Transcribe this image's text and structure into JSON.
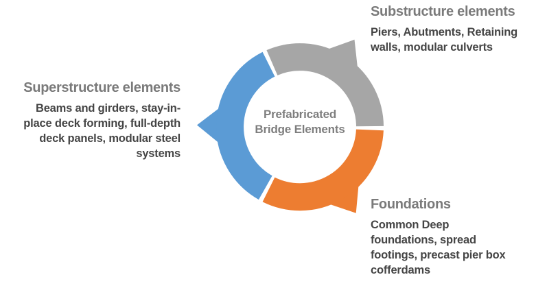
{
  "diagram": {
    "title": "Prefabricated Bridge Elements cycle diagram",
    "center_label": "Prefabricated\nBridge Elements",
    "colors": {
      "substructure_segment": "#A6A6A6",
      "superstructure_segment": "#5B9BD5",
      "foundations_segment": "#ED7D31",
      "heading_text": "#7A7A7A",
      "body_text": "#454545",
      "center_text": "#7E7E7E",
      "background": "#FFFFFF"
    }
  },
  "labels": {
    "substructure": {
      "heading": "Substructure elements",
      "body": "Piers, Abutments, Retaining\nwalls, modular culverts"
    },
    "superstructure": {
      "heading": "Superstructure elements",
      "body": "Beams and girders, stay-in-\nplace deck forming, full-depth\ndeck panels, modular steel\nsystems"
    },
    "foundations": {
      "heading": "Foundations",
      "body": "Common Deep\nfoundations, spread\nfootings, precast pier box\ncofferdams"
    }
  }
}
